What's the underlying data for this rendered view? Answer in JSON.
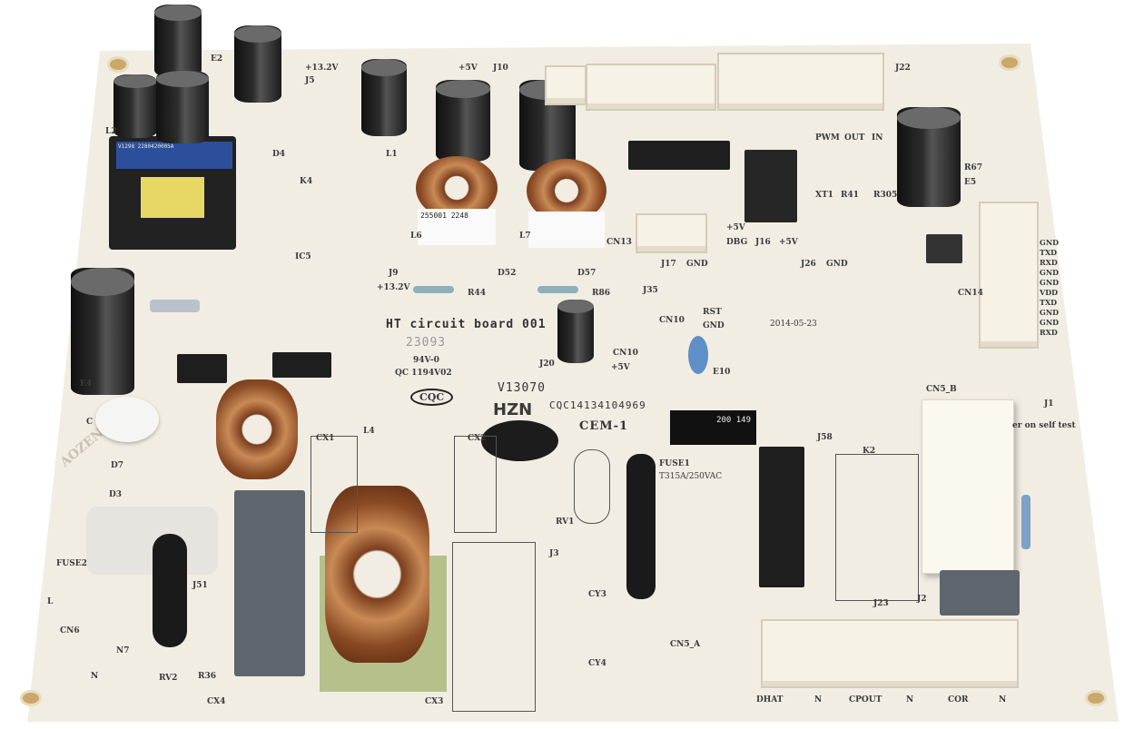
{
  "board": {
    "title": "HT circuit board 001",
    "serial_stamp": "23093",
    "version": "V13070",
    "cert_number": "CQC14134104969",
    "material": "CEM-1",
    "varistor_mark": "HZN",
    "cert_logo": "CQC",
    "ul_mark": "94V-0",
    "qc_mark": "QC 1194V02",
    "date": "2014-05-23",
    "transformer_label": "V1298 2280420005A",
    "inductor_mark": "255001 2248",
    "qr_text": "200 149",
    "watermark": "AOZENIT"
  },
  "fuse": {
    "ref": "FUSE1",
    "rating": "T315A/250VAC"
  },
  "silkscreen": {
    "designators": [
      "E2",
      "J5",
      "L1",
      "L2",
      "D4",
      "K4",
      "IC5",
      "J9",
      "L6",
      "L7",
      "D52",
      "R44",
      "D57",
      "R86",
      "J10",
      "J22",
      "J17",
      "J16",
      "J26",
      "J35",
      "CN13",
      "CN10",
      "J20",
      "E10",
      "XT1",
      "R41",
      "R305",
      "R67",
      "E5",
      "CN14",
      "CN5_B",
      "J1",
      "L4",
      "CX1",
      "CX2",
      "RV1",
      "C",
      "D7",
      "D3",
      "E4",
      "FUSE2",
      "CN6",
      "N7",
      "J51",
      "RV2",
      "R36",
      "CX4",
      "CX3",
      "J3",
      "CY3",
      "CY4",
      "CN5_A",
      "J58",
      "K2",
      "J23",
      "J2"
    ],
    "voltages": [
      "+13.2V",
      "+5V",
      "+13.2V",
      "+5V",
      "+5V",
      "+5V"
    ],
    "pins_misc": [
      "GND",
      "DBG",
      "GND",
      "RST",
      "GND",
      "PWM",
      "OUT",
      "IN"
    ],
    "cn14_pins": [
      "GND",
      "TXD",
      "RXD",
      "GND",
      "GND",
      "VDD",
      "TXD",
      "GND",
      "GND",
      "RXD"
    ],
    "self_test": "er on self test",
    "ac_left": [
      "L",
      "N"
    ],
    "bottom_pins": [
      "DHAT",
      "N",
      "CPOUT",
      "N",
      "COR",
      "N"
    ]
  }
}
